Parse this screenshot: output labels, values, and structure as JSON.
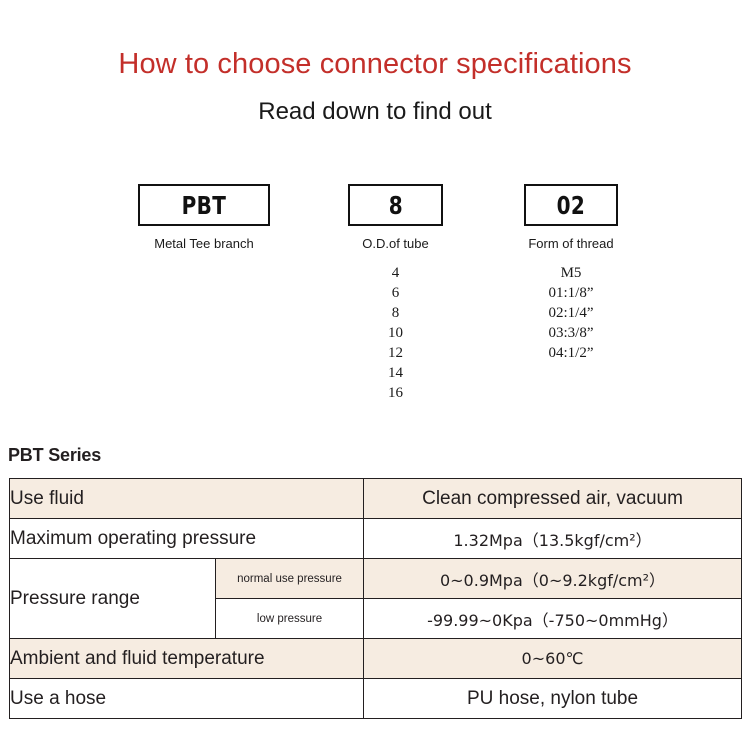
{
  "header": {
    "title": "How to choose connector specifications",
    "subtitle": "Read down to find out",
    "title_color": "#c32f2a"
  },
  "code_breakdown": [
    {
      "name": "series-code",
      "box_value": "PBT",
      "caption": "Metal Tee branch",
      "options": []
    },
    {
      "name": "tube-od-code",
      "box_value": "8",
      "caption": "O.D.of tube",
      "options": [
        "4",
        "6",
        "8",
        "10",
        "12",
        "14",
        "16"
      ]
    },
    {
      "name": "thread-form-code",
      "box_value": "02",
      "caption": "Form of thread",
      "options": [
        "M5",
        "01:1/8”",
        "02:1/4”",
        "03:3/8”",
        "04:1/2”"
      ]
    }
  ],
  "spec": {
    "heading": "PBT Series",
    "tint_color": "#f6ece1",
    "rows": [
      {
        "label": "Use fluid",
        "sub_label": null,
        "value": "Clean compressed air, vacuum",
        "value_size": "big",
        "shade": "tint"
      },
      {
        "label": "Maximum operating pressure",
        "sub_label": null,
        "value": "1.32Mpa（13.5kgf/cm²）",
        "value_size": "small",
        "shade": "plain"
      },
      {
        "label": "Pressure range",
        "sub_label": "normal use pressure",
        "value": "0~0.9Mpa（0~9.2kgf/cm²）",
        "value_size": "small",
        "shade": "tint"
      },
      {
        "label": null,
        "sub_label": "low pressure",
        "value": "-99.99~0Kpa（-750~0mmHg）",
        "value_size": "small",
        "shade": "plain"
      },
      {
        "label": "Ambient and fluid temperature",
        "sub_label": null,
        "value": "0~60℃",
        "value_size": "small",
        "shade": "tint"
      },
      {
        "label": "Use a hose",
        "sub_label": null,
        "value": "PU hose, nylon tube",
        "value_size": "big",
        "shade": "plain"
      }
    ]
  }
}
